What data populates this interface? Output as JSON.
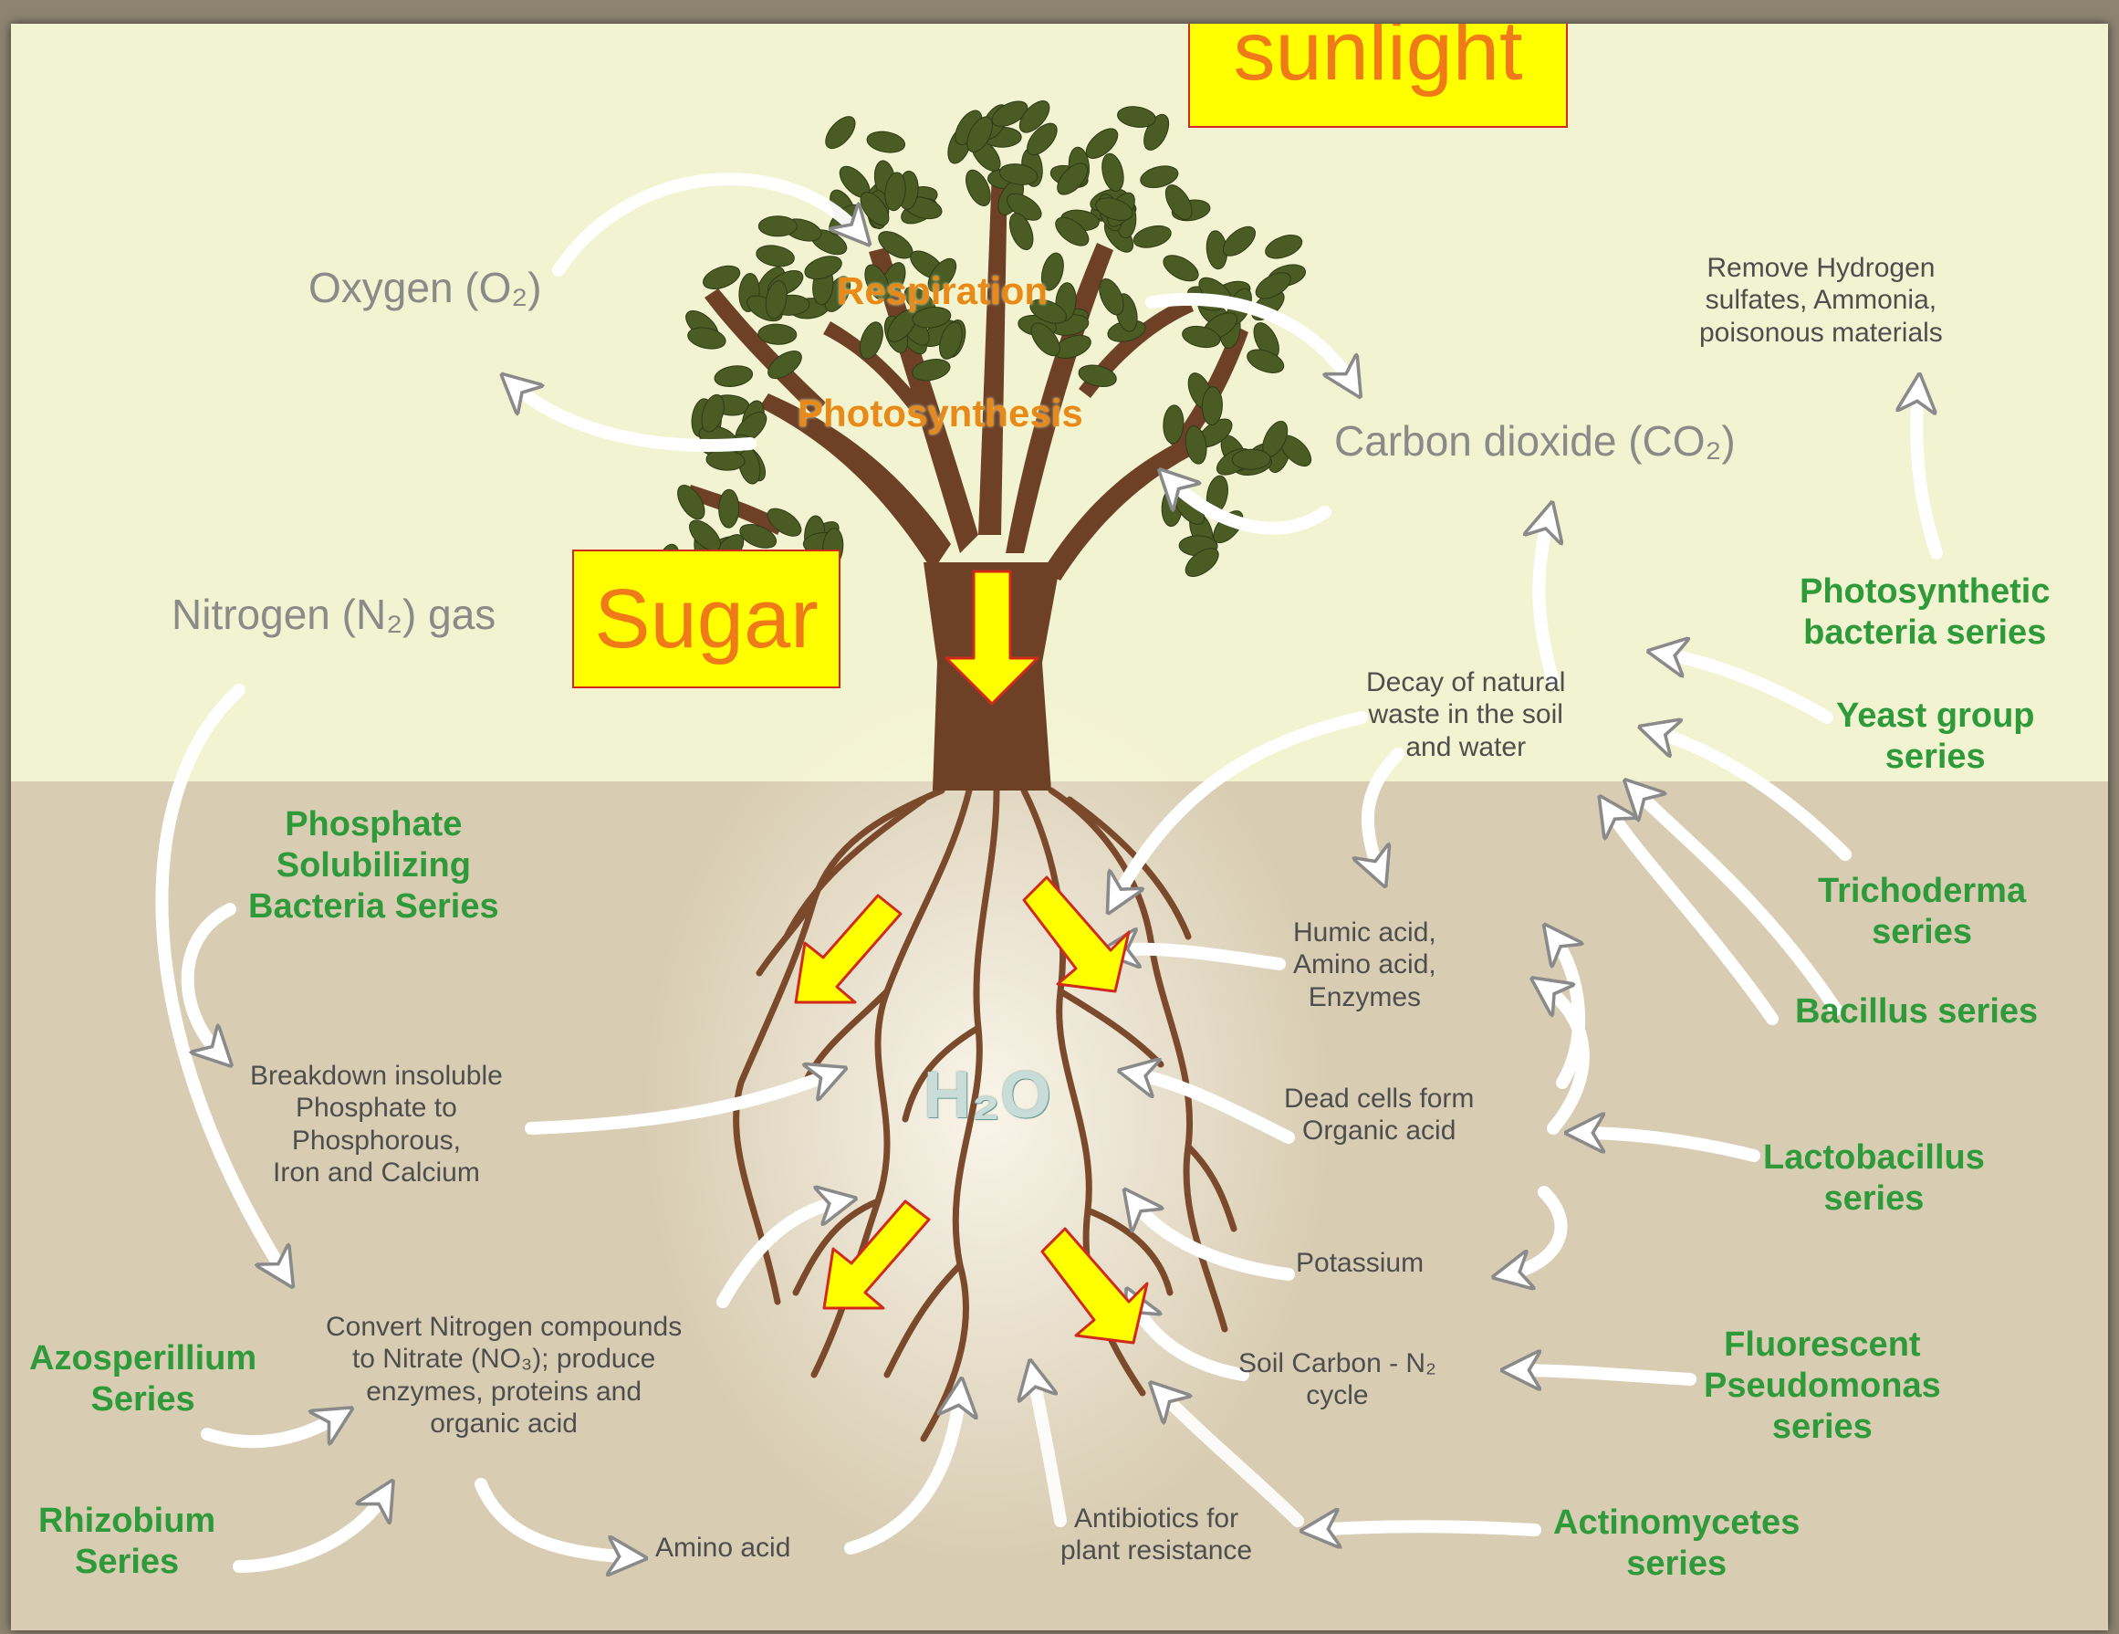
{
  "callouts": {
    "sunlight": "sunlight",
    "sugar": "Sugar"
  },
  "process": {
    "respiration": "Respiration",
    "photosynthesis": "Photosynthesis"
  },
  "gases": {
    "oxygen": "Oxygen (O₂)",
    "carbon_dioxide": "Carbon dioxide (CO₂)",
    "nitrogen": "Nitrogen (N₂) gas"
  },
  "water": "H₂O",
  "processes": {
    "remove": "Remove Hydrogen\nsulfates, Ammonia,\npoisonous materials",
    "decay": "Decay of natural\nwaste in the soil\nand water",
    "humic": "Humic acid,\nAmino acid,\nEnzymes",
    "dead_cells": "Dead cells form\nOrganic acid",
    "potassium": "Potassium",
    "soil_carbon": "Soil Carbon - N₂\ncycle",
    "antibiotics": "Antibiotics for\nplant resistance",
    "amino": "Amino acid",
    "convert": "Convert Nitrogen compounds\nto Nitrate (NO₃); produce\nenzymes, proteins and\norganic acid",
    "breakdown": "Breakdown insoluble\nPhosphate to\nPhosphorous,\nIron and Calcium"
  },
  "microbes": {
    "photosynthetic": "Photosynthetic\nbacteria series",
    "yeast": "Yeast group\nseries",
    "trichoderma": "Trichoderma\nseries",
    "bacillus": "Bacillus series",
    "lactobacillus": "Lactobacillus\nseries",
    "fluorescent": "Fluorescent\nPseudomonas\nseries",
    "actinomycetes": "Actinomycetes\nseries",
    "phosphate": "Phosphate\nSolubilizing\nBacteria Series",
    "azosperillium": "Azosperillium\nSeries",
    "rhizobium": "Rhizobium\nSeries"
  },
  "colors": {
    "sky": "#f2f3d0",
    "soil": "#d8ccb2",
    "trunk": "#6e4126",
    "leaf": "#4a5b24",
    "microbe_green": "#2f9a3a",
    "callout_fill": "#ffff00",
    "callout_text": "#f07a18",
    "callout_border": "#d12a1a"
  }
}
